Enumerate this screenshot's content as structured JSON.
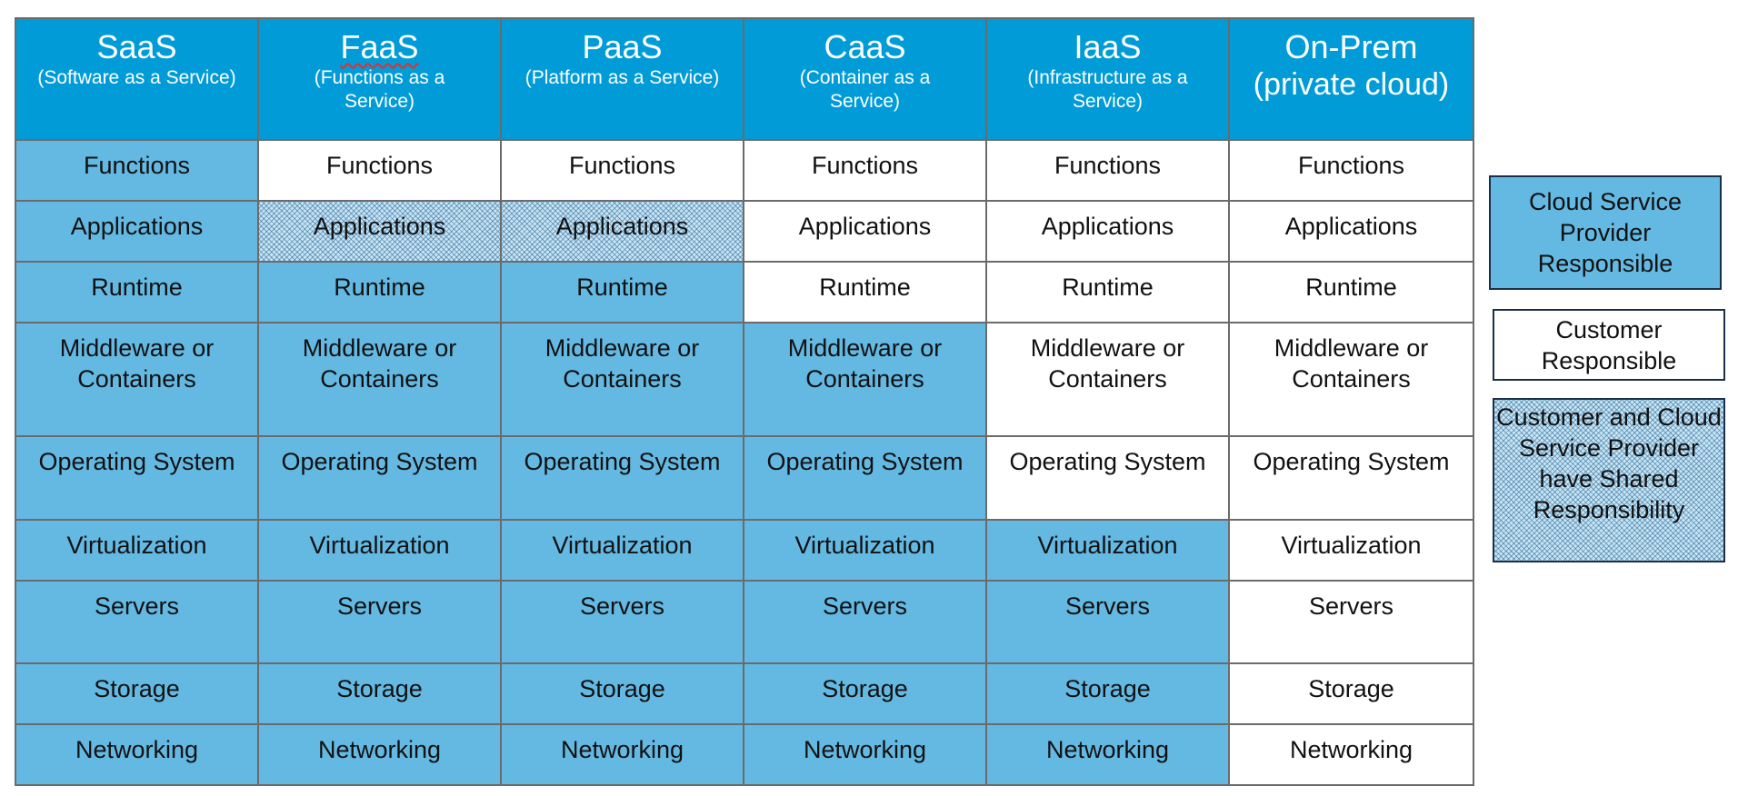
{
  "columns": [
    {
      "title": "SaaS",
      "subtitle": "(Software as a Service)"
    },
    {
      "title": "FaaS",
      "subtitle": "(Functions as a Service)"
    },
    {
      "title": "PaaS",
      "subtitle": "(Platform as a Service)"
    },
    {
      "title": "CaaS",
      "subtitle": "(Container as a Service)"
    },
    {
      "title": "IaaS",
      "subtitle": "(Infrastructure as a Service)"
    },
    {
      "title": "On-Prem",
      "subtitle": "(private cloud)"
    }
  ],
  "rows": [
    {
      "label": "Functions",
      "cells": [
        "provider",
        "customer",
        "customer",
        "customer",
        "customer",
        "customer"
      ]
    },
    {
      "label": "Applications",
      "cells": [
        "provider",
        "shared",
        "shared",
        "customer",
        "customer",
        "customer"
      ]
    },
    {
      "label": "Runtime",
      "cells": [
        "provider",
        "provider",
        "provider",
        "customer",
        "customer",
        "customer"
      ]
    },
    {
      "label": "Middleware or Containers",
      "cells": [
        "provider",
        "provider",
        "provider",
        "provider",
        "customer",
        "customer"
      ]
    },
    {
      "label": "Operating System",
      "cells": [
        "provider",
        "provider",
        "provider",
        "provider",
        "customer",
        "customer"
      ]
    },
    {
      "label": "Virtualization",
      "cells": [
        "provider",
        "provider",
        "provider",
        "provider",
        "provider",
        "customer"
      ]
    },
    {
      "label": "Servers",
      "cells": [
        "provider",
        "provider",
        "provider",
        "provider",
        "provider",
        "customer"
      ]
    },
    {
      "label": "Storage",
      "cells": [
        "provider",
        "provider",
        "provider",
        "provider",
        "provider",
        "customer"
      ]
    },
    {
      "label": "Networking",
      "cells": [
        "provider",
        "provider",
        "provider",
        "provider",
        "provider",
        "customer"
      ]
    }
  ],
  "legend": {
    "provider": "Cloud Service Provider Responsible",
    "customer": "Customer Responsible",
    "shared": "Customer and Cloud Service Provider have Shared Responsibility"
  },
  "colors": {
    "header": "#019cd8",
    "provider": "#64b9e3",
    "customer": "#ffffff",
    "shared": "#c9e3f1",
    "grid": "#6b6b6b"
  }
}
